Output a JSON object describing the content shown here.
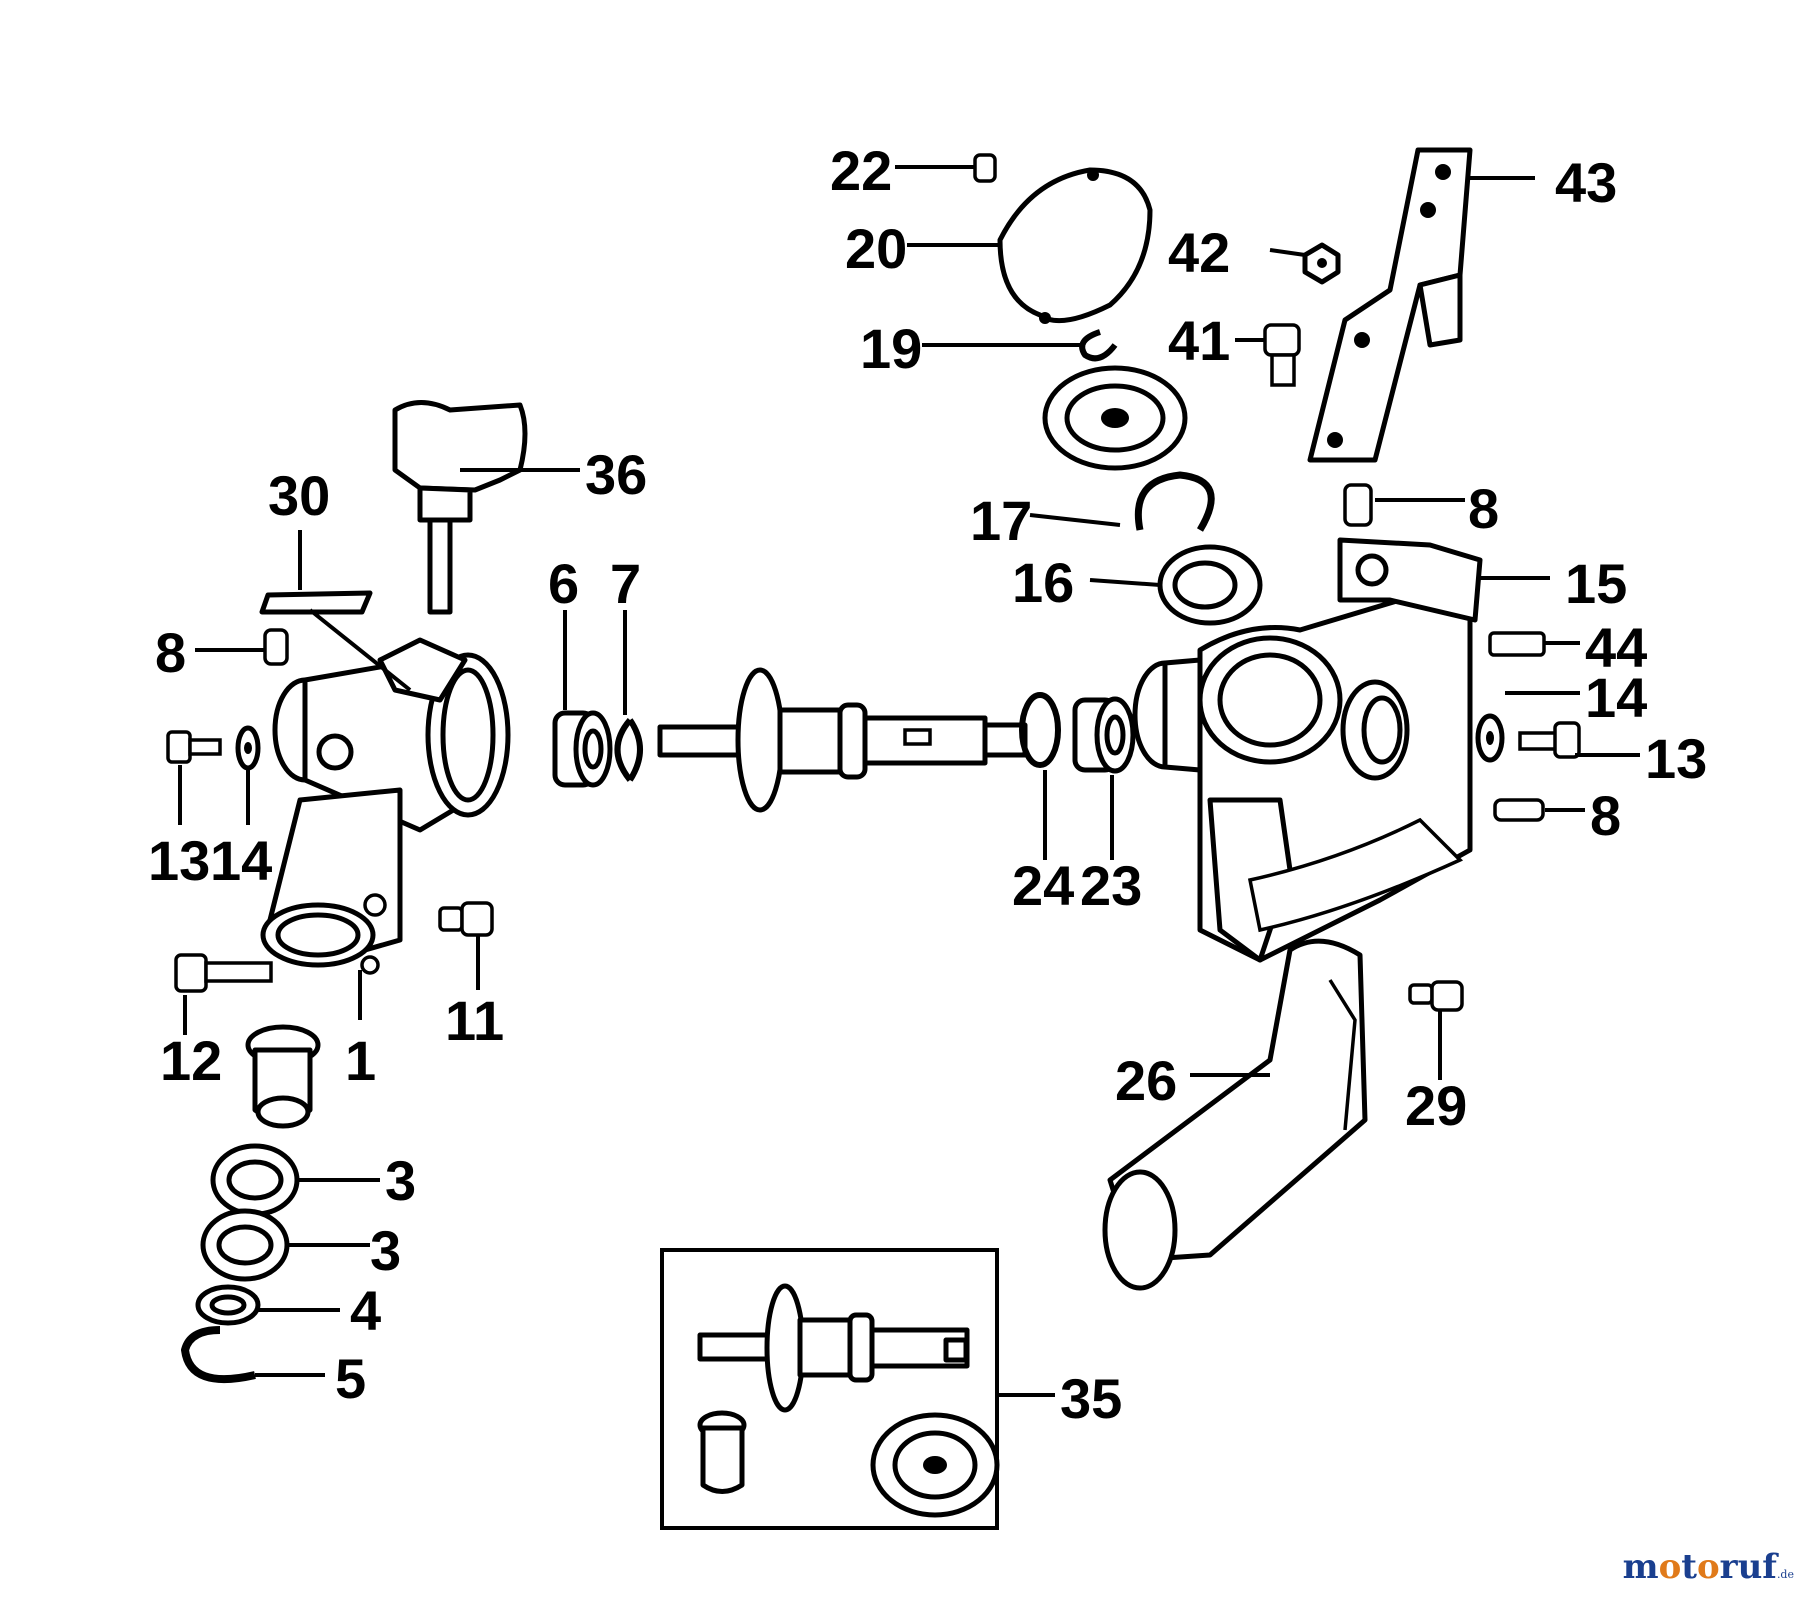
{
  "callouts": {
    "p1": "1",
    "p3a": "3",
    "p3b": "3",
    "p4": "4",
    "p5": "5",
    "p6": "6",
    "p7": "7",
    "p8a": "8",
    "p8b": "8",
    "p8c": "8",
    "p11": "11",
    "p12": "12",
    "p13a": "13",
    "p13b": "13",
    "p14a": "14",
    "p14b": "14",
    "p15": "15",
    "p16": "16",
    "p17": "17",
    "p19": "19",
    "p20": "20",
    "p22": "22",
    "p23": "23",
    "p24": "24",
    "p26": "26",
    "p29": "29",
    "p30": "30",
    "p35": "35",
    "p36": "36",
    "p41": "41",
    "p42": "42",
    "p43": "43",
    "p44": "44"
  },
  "watermark": {
    "brand_m": "m",
    "brand_o1": "o",
    "brand_t": "t",
    "brand_o2": "o",
    "brand_rest": "ruf",
    "suffix": ".de"
  },
  "colors": {
    "line": "#000000",
    "background": "#ffffff",
    "watermark_blue": "#1a3f8f",
    "watermark_orange": "#e07a1a"
  }
}
